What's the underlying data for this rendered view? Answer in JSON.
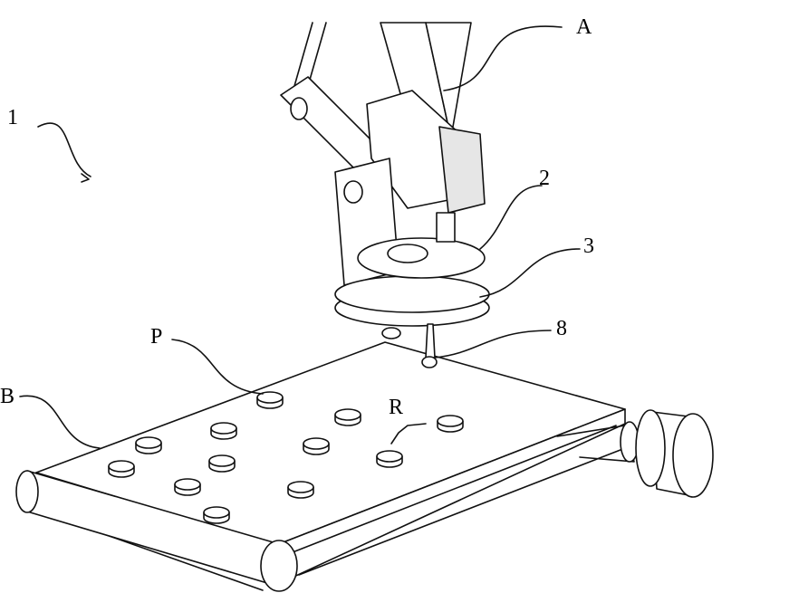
{
  "figure": {
    "labels": {
      "system": "1",
      "arm": "A",
      "part2": "2",
      "part3": "3",
      "product": "P",
      "part8": "8",
      "belt": "B",
      "row": "R"
    },
    "colors": {
      "line": "#111111",
      "background": "#ffffff"
    }
  }
}
